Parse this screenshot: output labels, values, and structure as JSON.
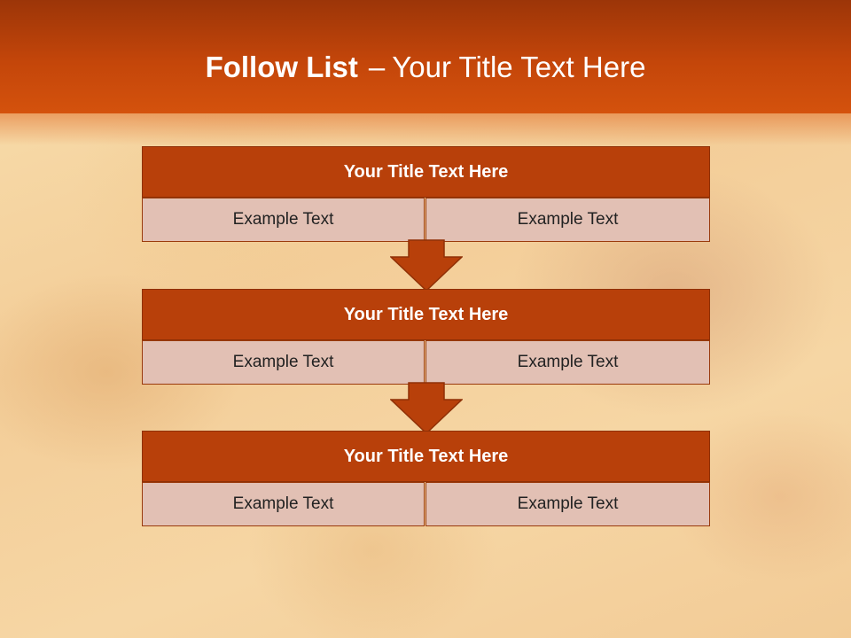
{
  "slide": {
    "title_bold": "Follow List",
    "title_separator": "–",
    "title_rest": "Your Title Text Here"
  },
  "blocks": [
    {
      "title": "Your Title Text Here",
      "left": "Example Text",
      "right": "Example Text"
    },
    {
      "title": "Your Title Text Here",
      "left": "Example Text",
      "right": "Example Text"
    },
    {
      "title": "Your Title Text Here",
      "left": "Example Text",
      "right": "Example Text"
    }
  ],
  "colors": {
    "header": "#c4460a",
    "block_title": "#b8400a",
    "cell": "#e2c0b4",
    "arrow": "#b8400a"
  },
  "icons": [
    "down-arrow-icon"
  ]
}
